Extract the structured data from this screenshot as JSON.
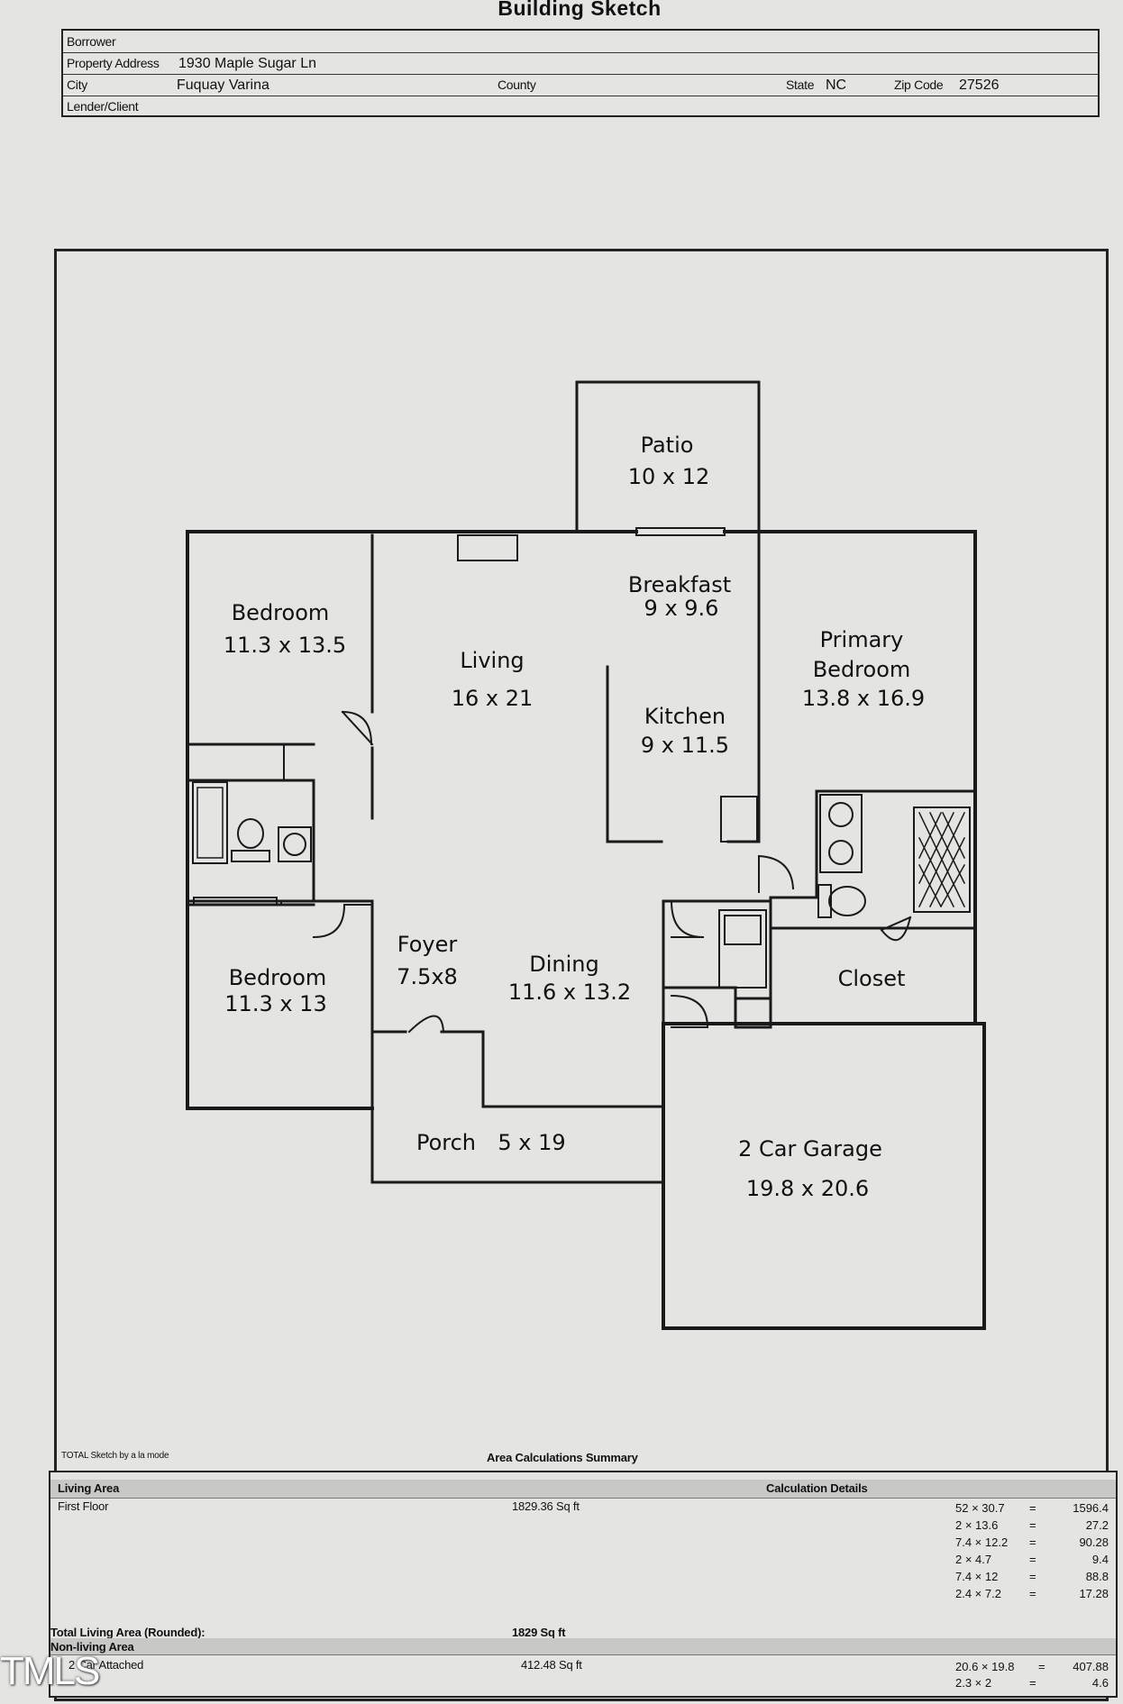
{
  "page_title": "Building Sketch",
  "header": {
    "borrower_label": "Borrower",
    "borrower_value": "",
    "property_address_label": "Property Address",
    "property_address_value": "1930 Maple Sugar Ln",
    "city_label": "City",
    "city_value": "Fuquay Varina",
    "county_label": "County",
    "county_value": "",
    "state_label": "State",
    "state_value": "NC",
    "zip_label": "Zip Code",
    "zip_value": "27526",
    "lender_label": "Lender/Client",
    "lender_value": ""
  },
  "rooms": {
    "patio": {
      "name": "Patio",
      "dims": "10 x 12"
    },
    "breakfast": {
      "name": "Breakfast",
      "dims": "9 x 9.6"
    },
    "bedroom1": {
      "name": "Bedroom",
      "dims": "11.3 x 13.5"
    },
    "living": {
      "name": "Living",
      "dims": "16 x 21"
    },
    "primary": {
      "name1": "Primary",
      "name2": "Bedroom",
      "dims": "13.8 x 16.9"
    },
    "kitchen": {
      "name": "Kitchen",
      "dims": "9 x 11.5"
    },
    "foyer": {
      "name": "Foyer",
      "dims": "7.5x8"
    },
    "dining": {
      "name": "Dining",
      "dims": "11.6 x 13.2"
    },
    "bedroom2": {
      "name": "Bedroom",
      "dims": "11.3 x 13"
    },
    "closet": {
      "name": "Closet"
    },
    "porch": {
      "name": "Porch",
      "dims": "5 x 19"
    },
    "garage": {
      "name": "2 Car Garage",
      "dims": "19.8 x 20.6"
    }
  },
  "calc": {
    "software_credit": "TOTAL Sketch by a la mode",
    "summary_title": "Area Calculations Summary",
    "living_area_label": "Living Area",
    "calc_details_label": "Calculation Details",
    "first_floor_label": "First Floor",
    "first_floor_value": "1829.36 Sq ft",
    "details": [
      {
        "expr": "52 × 30.7",
        "eq": "=",
        "val": "1596.4"
      },
      {
        "expr": "2 × 13.6",
        "eq": "=",
        "val": "27.2"
      },
      {
        "expr": "7.4 × 12.2",
        "eq": "=",
        "val": "90.28"
      },
      {
        "expr": "2 × 4.7",
        "eq": "=",
        "val": "9.4"
      },
      {
        "expr": "7.4 × 12",
        "eq": "=",
        "val": "88.8"
      },
      {
        "expr": "2.4 × 7.2",
        "eq": "=",
        "val": "17.28"
      }
    ],
    "total_living_label": "Total Living Area (Rounded):",
    "total_living_value": "1829 Sq ft",
    "non_living_label": "Non-living Area",
    "garage_label": "2 Car Attached",
    "garage_value": "412.48 Sq ft",
    "garage_details": [
      {
        "expr": "20.6 × 19.8",
        "eq": "=",
        "val": "407.88"
      },
      {
        "expr": "2.3 × 2",
        "eq": "=",
        "val": "4.6"
      }
    ]
  },
  "watermark": "TMLS"
}
